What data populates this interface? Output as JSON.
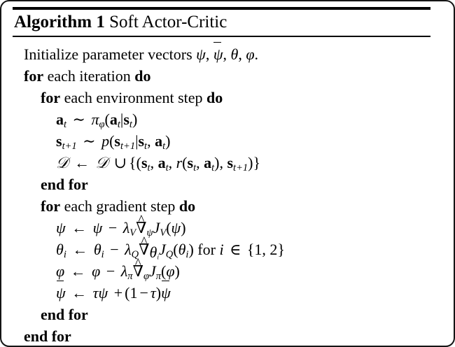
{
  "figure": {
    "kind": "algorithm-pseudocode-float",
    "frame_color": "#141414",
    "rule_color": "#000000",
    "background": "#ffffff"
  },
  "title": {
    "keyword": "Algorithm 1",
    "name": "Soft Actor-Critic"
  },
  "lines": [
    {
      "id": "init",
      "indent": 1,
      "text": "Initialize parameter vectors ψ, ψ̄, θ, φ."
    },
    {
      "id": "for-iteration",
      "indent": 1,
      "text": "for each iteration do"
    },
    {
      "id": "for-env-step",
      "indent": 2,
      "text": "for each environment step do"
    },
    {
      "id": "sample-action",
      "indent": 3,
      "text": "a_t ~ π_φ(a_t|s_t)"
    },
    {
      "id": "sample-next-state",
      "indent": 3,
      "text": "s_{t+1} ~ p(s_{t+1}|s_t, a_t)"
    },
    {
      "id": "append-buffer",
      "indent": 3,
      "text": "D ← D ∪ {(s_t, a_t, r(s_t, a_t), s_{t+1})}"
    },
    {
      "id": "end-for-env-step",
      "indent": 2,
      "text": "end for"
    },
    {
      "id": "for-gradient-step",
      "indent": 2,
      "text": "for each gradient step do"
    },
    {
      "id": "update-psi",
      "indent": 3,
      "text": "ψ ← ψ − λ_V ∇̂_ψ J_V(ψ)"
    },
    {
      "id": "update-theta",
      "indent": 3,
      "text": "θ_i ← θ_i − λ_Q ∇̂_{θ_i} J_Q(θ_i) for i ∈ {1, 2}"
    },
    {
      "id": "update-phi",
      "indent": 3,
      "text": "φ ← φ − λ_π ∇̂_φ J_π(φ)"
    },
    {
      "id": "update-psi-bar",
      "indent": 3,
      "text": "ψ̄ ← τψ + (1 − τ)ψ̄"
    },
    {
      "id": "end-for-gradient-step",
      "indent": 2,
      "text": "end for"
    },
    {
      "id": "end-for-iteration",
      "indent": 1,
      "text": "end for"
    }
  ],
  "tokens": {
    "for": "for",
    "do": "do",
    "end_for": "end for",
    "each_iteration": "each iteration",
    "each_environment_step": "each environment step",
    "each_gradient_step": "each gradient step",
    "initialize_prefix": "Initialize parameter vectors",
    "period": ".",
    "comma": ",",
    "for_lower": "for",
    "set_one_two": "{1, 2}",
    "i_symbol": "i",
    "in_symbol": "∈",
    "psi": "ψ",
    "theta": "θ",
    "phi": "φ",
    "tau": "τ",
    "pi": "π",
    "lambda": "λ",
    "nabla": "∇",
    "arrow_left": "←",
    "tilde": "∼",
    "cup": "∪",
    "minus": "−",
    "plus": "+",
    "D_script": "𝒟",
    "J": "J",
    "V": "V",
    "Q": "Q",
    "r": "r",
    "p": "p",
    "a": "a",
    "s": "s",
    "t": "t",
    "t_plus_1": "t+1",
    "one": "1"
  }
}
